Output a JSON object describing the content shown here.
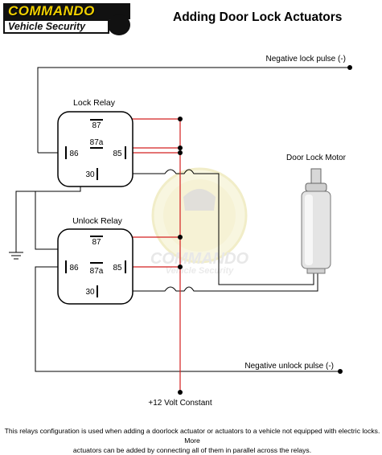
{
  "logo": {
    "brand": "COMMANDO",
    "sub": "Vehicle Security"
  },
  "title": "Adding Door Lock Actuators",
  "watermark": {
    "brand": "COMMANDO",
    "sub": "Vehicle Security"
  },
  "labels": {
    "neg_lock": "Negative lock pulse (-)",
    "neg_unlock": "Negative unlock pulse (-)",
    "plus12": "+12 Volt Constant",
    "motor": "Door Lock Motor"
  },
  "lock_relay": {
    "title": "Lock Relay",
    "p87": "87",
    "p87a": "87a",
    "p86": "86",
    "p85": "85",
    "p30": "30"
  },
  "unlock_relay": {
    "title": "Unlock Relay",
    "p87": "87",
    "p87a": "87a",
    "p86": "86",
    "p85": "85",
    "p30": "30"
  },
  "footer": {
    "line1": "This relays configuration is used when adding a doorlock actuator or actuators to a vehicle not equipped with electric locks. More",
    "line2": "actuators can be added by connecting all of them in parallel across the relays."
  },
  "colors": {
    "wire": "#000000",
    "power": "#d42020",
    "relay_fill": "#ffffff"
  }
}
